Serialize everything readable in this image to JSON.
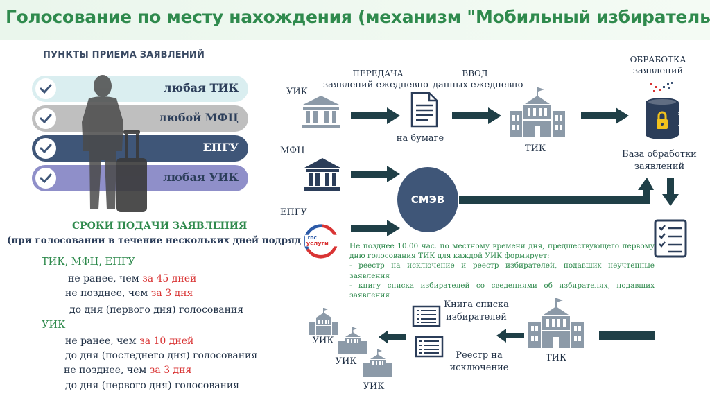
{
  "title": "Голосование по месту нахождения (механизм \"Мобильный избиратель\")",
  "points": {
    "title": "ПУНКТЫ ПРИЕМА ЗАЯВЛЕНИЙ",
    "items": [
      {
        "label": "любая ТИК",
        "bg": "#daeef0",
        "color": "#2c3e5a"
      },
      {
        "label": "любой МФЦ",
        "bg": "#bfbfbf",
        "color": "#2c3e5a"
      },
      {
        "label": "ЕПГУ",
        "bg": "#3f5678",
        "color": "#ffffff"
      },
      {
        "label": "любая УИК",
        "bg": "#8f8fc9",
        "color": "#2c3e5a"
      }
    ]
  },
  "deadlines": {
    "title": "СРОКИ ПОДАЧИ ЗАЯВЛЕНИЯ",
    "subtitle": "(при голосовании в течение нескольких дней подряд)",
    "group1": {
      "label": "ТИК, МФЦ, ЕПГУ",
      "line1_prefix": "не ранее, чем ",
      "line1_value": "за 45 дней",
      "line2_prefix": "не позднее, чем ",
      "line2_value": "за 3 дня",
      "line3": "до дня (первого дня) голосования"
    },
    "group2": {
      "label": "УИК",
      "line1_prefix": "не ранее, чем ",
      "line1_value": "за 10 дней",
      "line2": "до дня (последнего дня) голосования",
      "line3_prefix": "не позднее, чем ",
      "line3_value": "за 3 дня",
      "line4": "до дня (первого дня) голосования"
    }
  },
  "flow": {
    "uik_label": "УИК",
    "transfer_line1": "ПЕРЕДАЧА",
    "transfer_line2": "заявлений ежедневно",
    "paper_label": "на бумаге",
    "input_line1": "ВВОД",
    "input_line2": "данных ежедневно",
    "tik_label": "ТИК",
    "processing_line1": "ОБРАБОТКА",
    "processing_line2": "заявлений",
    "db_line1": "База обработки",
    "db_line2": "заявлений",
    "mfc_label": "МФЦ",
    "epgu_label": "ЕПГУ",
    "gos_line1": "гос",
    "gos_line2": "услуги",
    "smev_label": "СМЭВ",
    "note": "Не позднее 10.00 час. по местному времени дня, предшествующего первому дню голосования ТИК для каждой УИК формирует:",
    "note_item1": " - реестр на исключение и реестр избирателей, подавших неучтенные заявления",
    "note_item2": " - книгу списка избирателей со сведениями об избирателях, подавших заявления",
    "book_line1": "Книга списка",
    "book_line2": "избирателей",
    "registry_line1": "Реестр на",
    "registry_line2": "исключение",
    "tik2_label": "ТИК",
    "uik_a": "УИК",
    "uik_b": "УИК",
    "uik_c": "УИК"
  },
  "colors": {
    "accent_green": "#2f8a4d",
    "arrow_dark": "#1f3f47",
    "icon_gray": "#8c9aa8",
    "navy": "#3f5678",
    "red": "#d93434"
  }
}
